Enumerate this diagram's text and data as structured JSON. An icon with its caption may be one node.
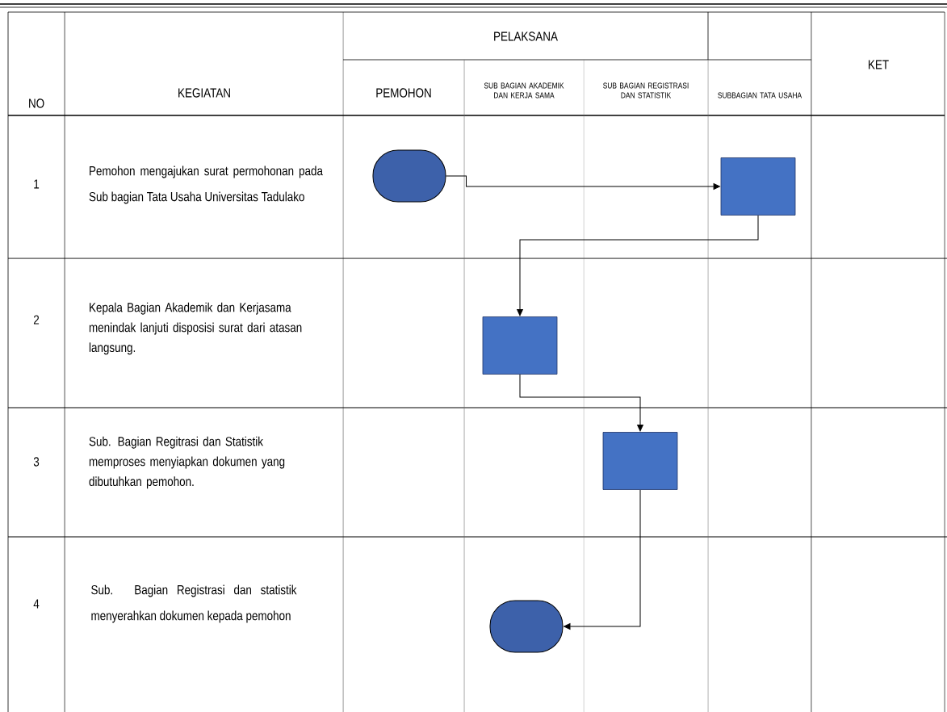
{
  "diagram": {
    "nodes": [
      {
        "text": [],
        "shape": "oval"
      },
      {
        "text": [],
        "shape": "box"
      },
      {
        "text": [],
        "shape": "box"
      },
      {
        "text": [],
        "shape": "box"
      },
      {
        "text": [],
        "shape": "oval"
      }
    ],
    "edges": [
      {
        "from": 0,
        "to": 1,
        "arrow": "to"
      },
      {
        "from": 1,
        "to": 2,
        "arrow": "to"
      },
      {
        "from": 2,
        "to": 3,
        "arrow": "to"
      },
      {
        "from": 3,
        "to": 4,
        "arrow": "to"
      }
    ],
    "labels": [
      "NO",
      "KEGIATAN",
      "PELAKSANA",
      "KET",
      "PEMOHON",
      "SUB BAGIAN AKADEMIK DAN KERJA SAMA",
      "SUB BAGIAN REGISTRASI DAN STATISTIK",
      "SUBBAGIAN TATA USAHA",
      "1",
      "Pemohon mengajukan surat permohonan pada Sub bagian Tata Usaha Universitas Tadulako",
      "2",
      "Kepala Bagian Akademik dan Kerjasama menindak lanjuti disposisi surat dari atasan langsung.",
      "3",
      "Sub. Bagian Regitrasi dan Statistik memproses menyiapkan dokumen yang dibutuhkan pemohon.",
      "4",
      "Sub. Bagian Registrasi dan statistik menyerahkan dokumen kepada pemohon"
    ]
  }
}
